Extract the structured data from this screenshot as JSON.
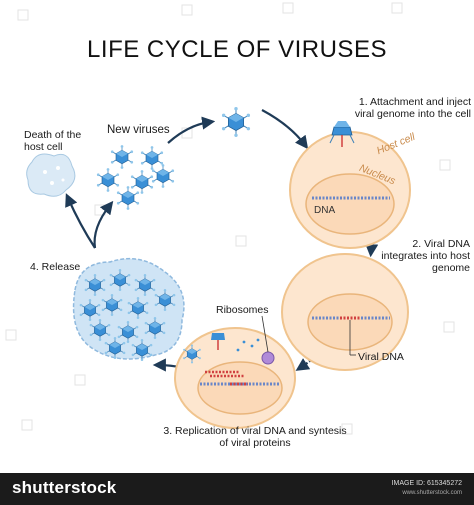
{
  "title": "LIFE CYCLE OF VIRUSES",
  "steps": {
    "s1": "1. Attachment and inject viral genome into the cell",
    "s2": "2. Viral DNA integrates into host genome",
    "s3": "3. Replication of viral DNA and syntesis of viral proteins",
    "s4": "4. Release"
  },
  "labels": {
    "new_viruses": "New viruses",
    "death": "Death of the host cell",
    "host_cell": "Host cell",
    "nucleus": "Nucleus",
    "dna": "DNA",
    "ribosomes": "Ribosomes",
    "viral_dna": "Viral DNA"
  },
  "footer": {
    "brand": "shutterstock",
    "image_id": "IMAGE ID: 615345272",
    "site": "www.shutterstock.com"
  },
  "colors": {
    "cell_fill": "#fde6cf",
    "cell_stroke": "#f0c48e",
    "virus_blue": "#3a8fd6",
    "arrow": "#1f3b57"
  }
}
